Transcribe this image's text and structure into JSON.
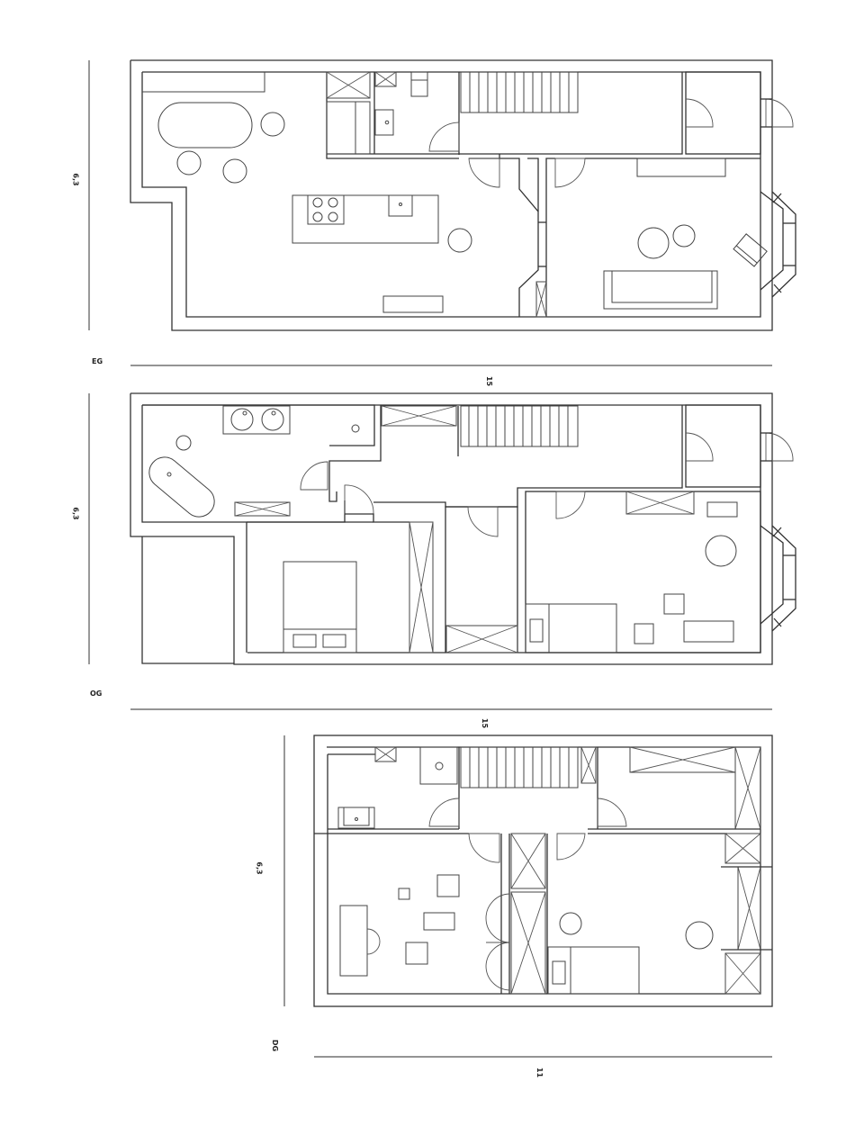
{
  "floors": [
    {
      "id": "eg",
      "label": "EG",
      "height_dim": "6,3",
      "width_dim": "15"
    },
    {
      "id": "og",
      "label": "OG",
      "height_dim": "6,3",
      "width_dim": "15"
    },
    {
      "id": "dg",
      "label": "DG",
      "height_dim": "6,3",
      "width_dim": "11"
    }
  ],
  "colors": {
    "line": "#333333",
    "background": "#ffffff"
  }
}
